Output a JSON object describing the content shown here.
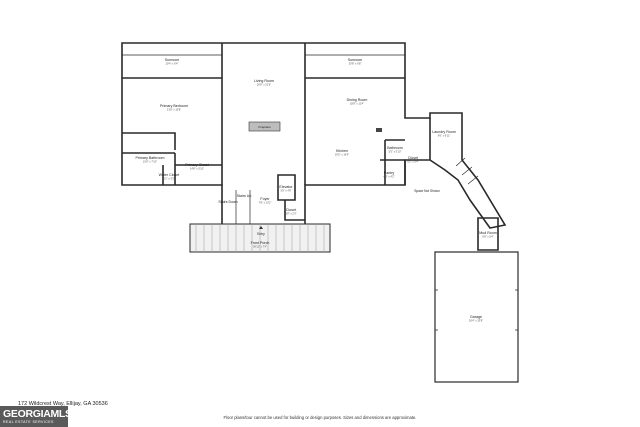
{
  "rooms": [
    {
      "id": "sunroom-left",
      "name": "Sunroom",
      "dims": "19'4\" x 6'4\""
    },
    {
      "id": "primary-bedroom",
      "name": "Primary Bedroom",
      "dims": "21'8\" x 15'8\""
    },
    {
      "id": "primary-bathroom",
      "name": "Primary Bathroom",
      "dims": "10'9\" x 7'10\""
    },
    {
      "id": "primary-closet",
      "name": "Primary Closet",
      "dims": "14'8\" x 5'10\""
    },
    {
      "id": "water-closet",
      "name": "Water Closet",
      "dims": "5'1\" x 3'3\""
    },
    {
      "id": "living-room",
      "name": "Living Room",
      "dims": "20'9\" x 21'9\""
    },
    {
      "id": "sunroom-right",
      "name": "Sunroom",
      "dims": "30'8\" x 6'8\""
    },
    {
      "id": "dining-room",
      "name": "Dining Room",
      "dims": "18'8\" x 11'4\""
    },
    {
      "id": "kitchen",
      "name": "Kitchen",
      "dims": "20'5\" x 16'9\""
    },
    {
      "id": "bathroom",
      "name": "Bathroom",
      "dims": "5'5\" x 5'10\""
    },
    {
      "id": "laundry-room",
      "name": "Laundry Room",
      "dims": "9'6\" x 6'11\""
    },
    {
      "id": "closet-east",
      "name": "Closet",
      "dims": "6'2\" x 5'4\""
    },
    {
      "id": "pantry",
      "name": "Pantry",
      "dims": "4'8\" x 4'2\""
    },
    {
      "id": "elevator",
      "name": "Elevator",
      "dims": "3'9\" x 4'9\""
    },
    {
      "id": "stairs-up",
      "name": "Stairs Up",
      "dims": ""
    },
    {
      "id": "stairs-down",
      "name": "Stairs Down",
      "dims": ""
    },
    {
      "id": "foyer",
      "name": "Foyer",
      "dims": "7'8\" x 10'2\""
    },
    {
      "id": "closet-foyer",
      "name": "Closet",
      "dims": "3'8\" x 2'3\""
    },
    {
      "id": "mud-room",
      "name": "Mud Room",
      "dims": "6'8\" x 5'4\""
    },
    {
      "id": "garage",
      "name": "Garage",
      "dims": "26'4\" x 33'8\""
    },
    {
      "id": "front-porch",
      "name": "Front Porch",
      "dims": "39'11\" x 7'4\""
    }
  ],
  "labels": {
    "fireplace": "Fireplace",
    "entry": "Entry",
    "space_not_shown": "Space Not Shown"
  },
  "footer": {
    "address": "172 Wildcrest Way, Ellijay, GA 30536",
    "disclaimer": "Floor plans/tour cannot be used for building or design purposes. Sizes and dimensions are approximate.",
    "logo_main": "GEORGIAMLS",
    "logo_sub": "REAL ESTATE SERVICES"
  }
}
